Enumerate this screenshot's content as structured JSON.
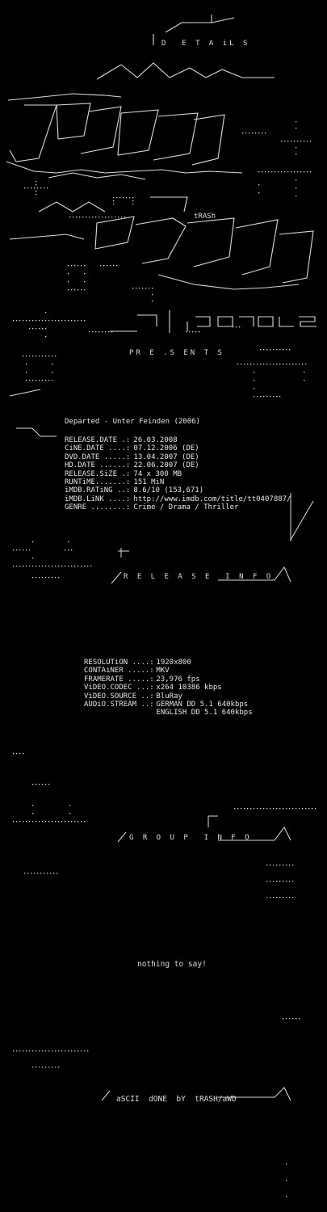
{
  "banner": {
    "details_word": "D  E T A iL S",
    "trash_tag": "tRASh",
    "presents": "PR E .S EN T S"
  },
  "release": {
    "title": "Departed - Unter Feinden (2006)",
    "fields": [
      {
        "key": "RELEASE.DATE .:",
        "value": "26.03.2008"
      },
      {
        "key": "CiNE.DATE ....:",
        "value": "07.12.2006 (DE)"
      },
      {
        "key": "DVD.DATE .....:",
        "value": "13.04.2007 (DE)"
      },
      {
        "key": "HD.DATE ......:",
        "value": "22.06.2007 (DE)"
      },
      {
        "key": "RELEASE.SiZE .:",
        "value": "74 x 300 MB"
      },
      {
        "key": "RUNTiME.......:",
        "value": "151 MiN"
      },
      {
        "key": "iMDB.RATiNG ..:",
        "value": "8.6/10 (153,671)"
      },
      {
        "key": "iMDB.LiNK ....:",
        "value": "http://www.imdb.com/title/tt0407887/"
      },
      {
        "key": "GENRE ........:",
        "value": "Crime / Drama / Thriller"
      }
    ]
  },
  "release_info": {
    "header": "R E L E A S E  I N F O",
    "fields": [
      {
        "key": "RESOLUTiON ....:",
        "value": "1920x800"
      },
      {
        "key": "CONTAiNER .....:",
        "value": "MKV"
      },
      {
        "key": "FRAMERATE .....:",
        "value": "23,976 fps"
      },
      {
        "key": "ViDEO.CODEC ...:",
        "value": "x264 10386 kbps"
      },
      {
        "key": "ViDEO.SOURCE ..:",
        "value": "BluRay"
      },
      {
        "key": "AUDiO.STREAM ..:",
        "value": "GERMAN DD 5.1 640kbps"
      },
      {
        "key": "",
        "value": "ENGLISH DD 5.1 640kbps"
      }
    ]
  },
  "group_info": {
    "header": "G R O U P  I N F O",
    "message": "nothing to say!"
  },
  "footer": {
    "credit": "aSCII  dONE  bY  tRASH/aWD"
  }
}
